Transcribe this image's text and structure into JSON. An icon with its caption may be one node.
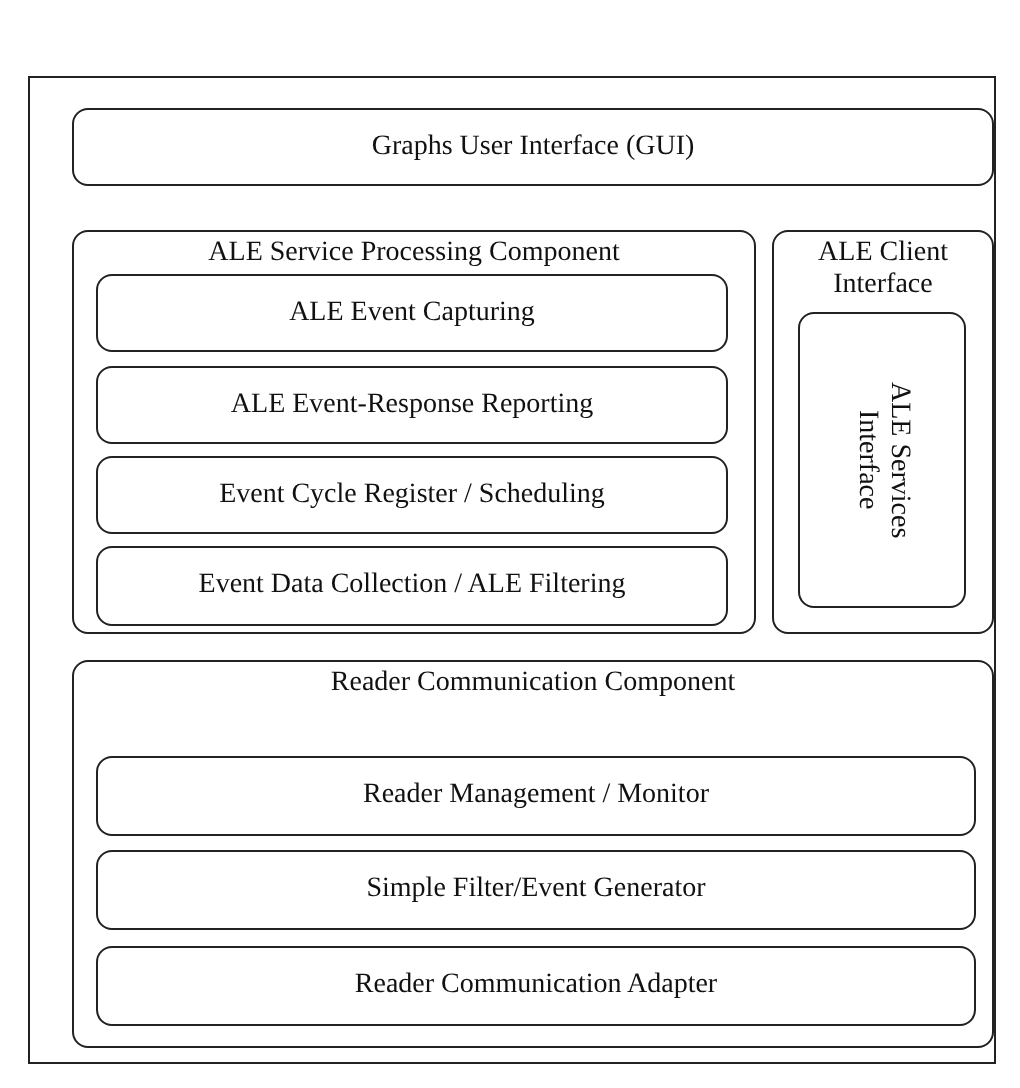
{
  "diagram": {
    "nodes": [
      {
        "text": [
          "Graphs User Interface (GUI)"
        ]
      },
      {
        "text": [
          "ALE Service Processing Component"
        ]
      },
      {
        "text": [
          "ALE Event Capturing"
        ],
        "in": 1
      },
      {
        "text": [
          "ALE Event-Response Reporting"
        ],
        "in": 1
      },
      {
        "text": [
          "Event Cycle Register / Scheduling"
        ],
        "in": 1
      },
      {
        "text": [
          "Event Data Collection / ALE Filtering"
        ],
        "in": 1
      },
      {
        "text": [
          "ALE Client Interface"
        ]
      },
      {
        "text": [
          "ALE Services Interface"
        ],
        "in": 6
      },
      {
        "text": [
          "Reader Communication Component"
        ]
      },
      {
        "text": [
          "Reader Management / Monitor"
        ],
        "in": 8
      },
      {
        "text": [
          "Simple Filter/Event Generator"
        ],
        "in": 8
      },
      {
        "text": [
          "Reader Communication Adapter"
        ],
        "in": 8
      }
    ],
    "edges": []
  }
}
